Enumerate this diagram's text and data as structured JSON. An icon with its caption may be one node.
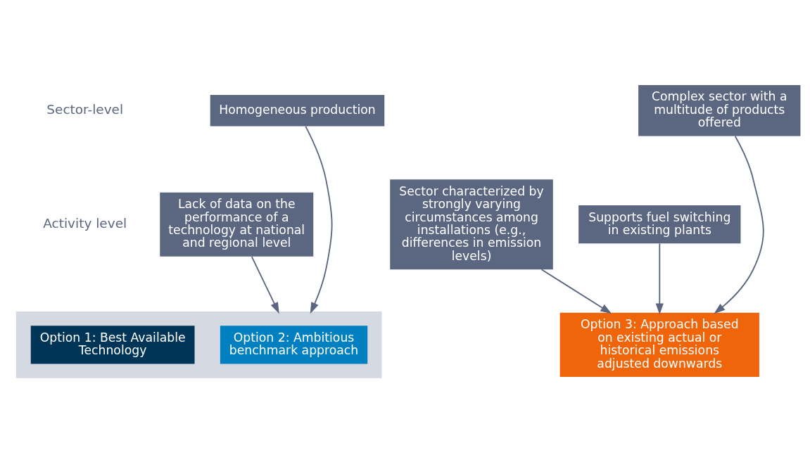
{
  "diagram": {
    "nodes": [
      {
        "text": [
          "Homogeneous production"
        ]
      },
      {
        "text": [
          "Lack of data on the performance of a technology at national and regional level"
        ]
      },
      {
        "text": [
          "Sector characterized by strongly varying circumstances among installations (e.g., differences in emission levels)"
        ]
      },
      {
        "text": [
          "Complex sector with a multitude of products offered"
        ]
      },
      {
        "text": [
          "Supports fuel switching in existing plants"
        ]
      },
      {
        "text": [],
        "shape": "box"
      },
      {
        "text": [
          "Option 1: Best Available Technology"
        ],
        "in": 5
      },
      {
        "text": [
          "Option 2: Ambitious benchmark approach"
        ],
        "in": 5
      },
      {
        "text": [
          "Option 3: Approach based on existing actual or historical emissions adjusted downwards"
        ]
      }
    ],
    "edges": [
      {
        "from": 0,
        "to": 5,
        "arrow": "to"
      },
      {
        "from": 1,
        "to": 5,
        "arrow": "to"
      },
      {
        "from": 2,
        "to": 8,
        "arrow": "to"
      },
      {
        "from": 3,
        "to": 8,
        "arrow": "to"
      },
      {
        "from": 4,
        "to": 8,
        "arrow": "to"
      }
    ],
    "labels": [
      "Sector-level",
      "Activity level"
    ]
  }
}
